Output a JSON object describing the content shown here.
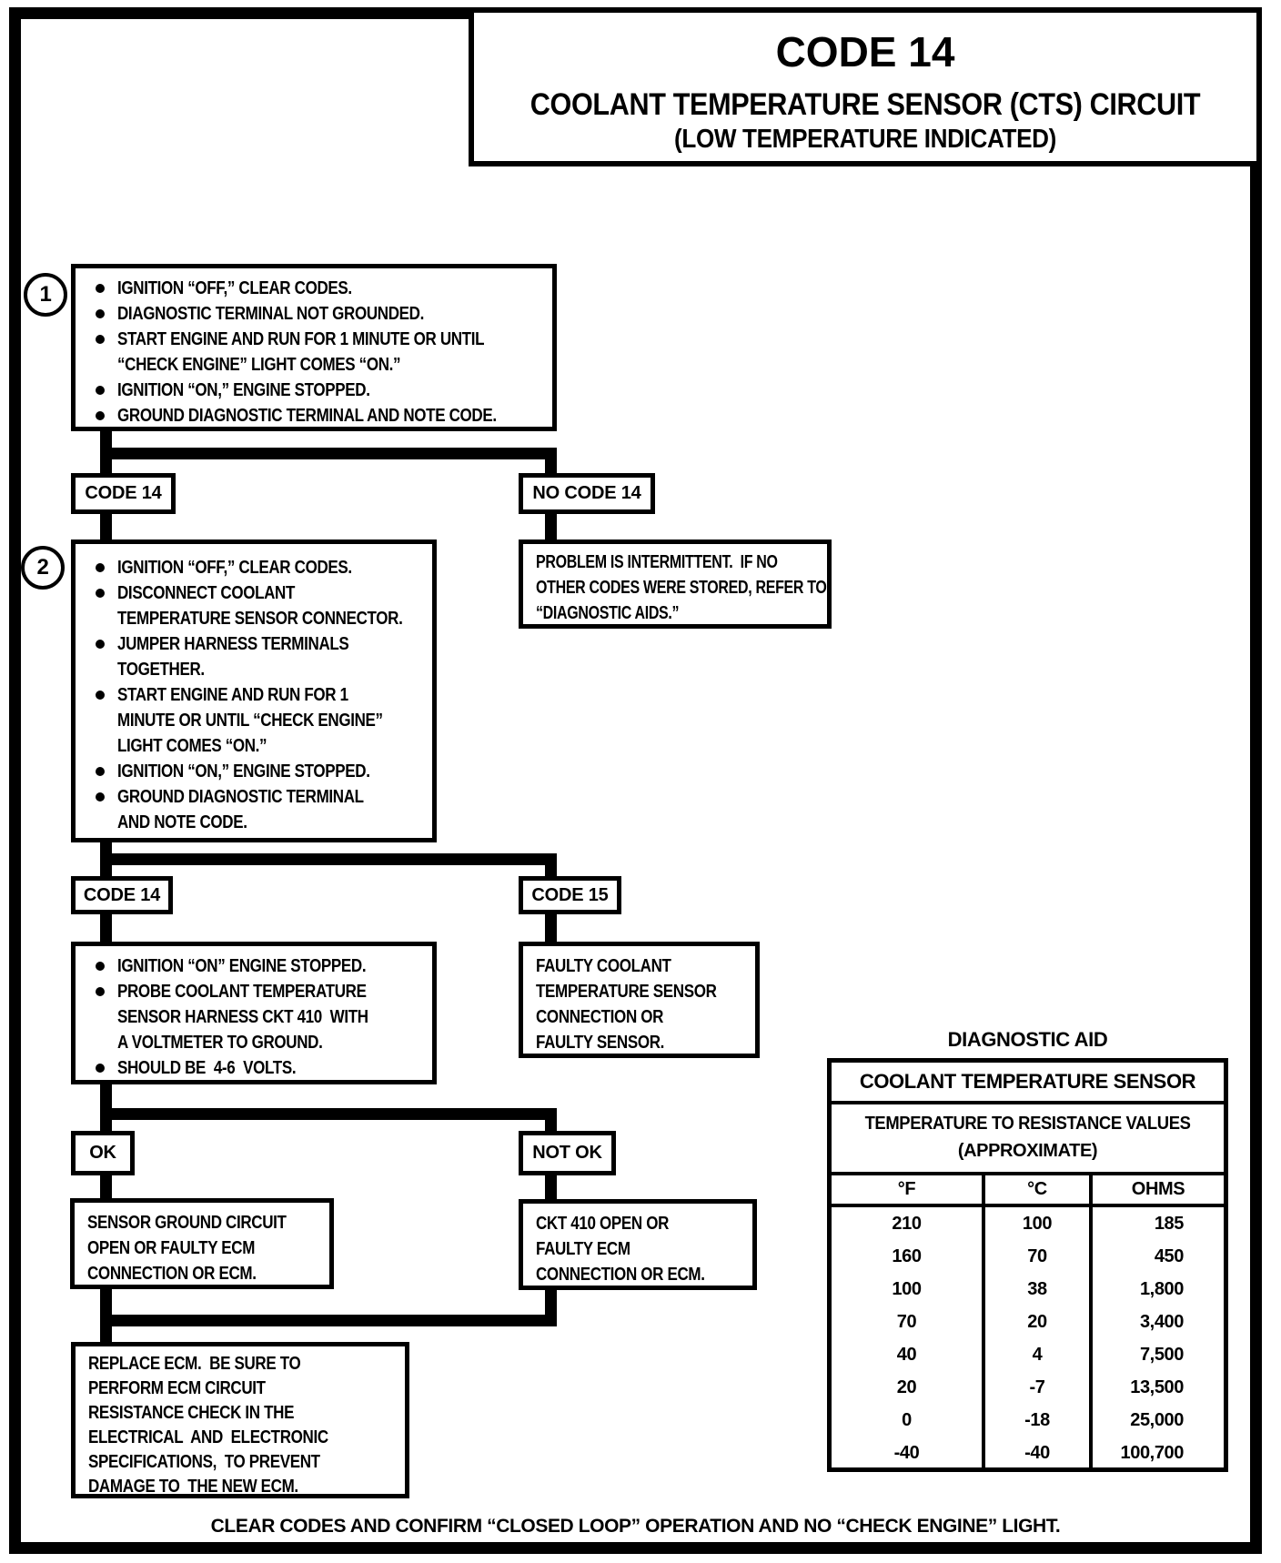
{
  "title": {
    "line1": "CODE 14",
    "line2": "COOLANT TEMPERATURE SENSOR (CTS) CIRCUIT",
    "line3": "(LOW TEMPERATURE INDICATED)"
  },
  "flowchart": {
    "step1": {
      "number": "1",
      "bullets": [
        "IGNITION “OFF,” CLEAR CODES.",
        "DIAGNOSTIC TERMINAL NOT GROUNDED.",
        "START ENGINE AND RUN FOR 1 MINUTE OR UNTIL\n“CHECK ENGINE” LIGHT COMES “ON.”",
        "IGNITION “ON,” ENGINE STOPPED.",
        "GROUND DIAGNOSTIC TERMINAL AND NOTE CODE."
      ]
    },
    "branch1": {
      "left_label": "CODE 14",
      "right_label": "NO CODE 14"
    },
    "intermittent_text": "PROBLEM IS INTERMITTENT.  IF NO\nOTHER CODES WERE STORED, REFER TO\n“DIAGNOSTIC AIDS.”",
    "step2": {
      "number": "2",
      "bullets": [
        "IGNITION “OFF,” CLEAR CODES.",
        "DISCONNECT COOLANT\nTEMPERATURE SENSOR CONNECTOR.",
        "JUMPER HARNESS TERMINALS\nTOGETHER.",
        "START ENGINE AND RUN FOR 1\nMINUTE OR UNTIL “CHECK ENGINE”\nLIGHT COMES “ON.”",
        "IGNITION “ON,” ENGINE STOPPED.",
        "GROUND DIAGNOSTIC TERMINAL\nAND NOTE CODE."
      ]
    },
    "branch2": {
      "left_label": "CODE 14",
      "right_label": "CODE 15"
    },
    "code15_text": "FAULTY COOLANT\nTEMPERATURE SENSOR\nCONNECTION OR\nFAULTY SENSOR.",
    "step3": {
      "bullets": [
        "IGNITION “ON” ENGINE STOPPED.",
        "PROBE COOLANT TEMPERATURE\nSENSOR HARNESS CKT 410  WITH\nA VOLTMETER TO GROUND.",
        "SHOULD BE  4-6  VOLTS."
      ]
    },
    "branch3": {
      "left_label": "OK",
      "right_label": "NOT OK"
    },
    "ok_text": "SENSOR GROUND CIRCUIT\nOPEN OR FAULTY ECM\nCONNECTION OR ECM.",
    "not_ok_text": "CKT 410 OPEN OR\nFAULTY ECM\nCONNECTION OR ECM.",
    "replace_text": "REPLACE ECM.  BE SURE TO\nPERFORM ECM CIRCUIT\nRESISTANCE CHECK IN THE\nELECTRICAL  AND  ELECTRONIC\nSPECIFICATIONS,  TO PREVENT\nDAMAGE TO  THE NEW ECM."
  },
  "diagnostic_aid": {
    "heading": "DIAGNOSTIC AID",
    "table": {
      "title": "COOLANT TEMPERATURE SENSOR",
      "subtitle_line1": "TEMPERATURE TO RESISTANCE VALUES",
      "subtitle_line2": "(APPROXIMATE)",
      "columns": [
        "°F",
        "°C",
        "OHMS"
      ],
      "rows": [
        [
          "210",
          "100",
          "185"
        ],
        [
          "160",
          "70",
          "450"
        ],
        [
          "100",
          "38",
          "1,800"
        ],
        [
          "70",
          "20",
          "3,400"
        ],
        [
          "40",
          "4",
          "7,500"
        ],
        [
          "20",
          "-7",
          "13,500"
        ],
        [
          "0",
          "-18",
          "25,000"
        ],
        [
          "-40",
          "-40",
          "100,700"
        ]
      ]
    }
  },
  "footer": "CLEAR CODES AND CONFIRM “CLOSED LOOP” OPERATION  AND NO “CHECK ENGINE” LIGHT."
}
